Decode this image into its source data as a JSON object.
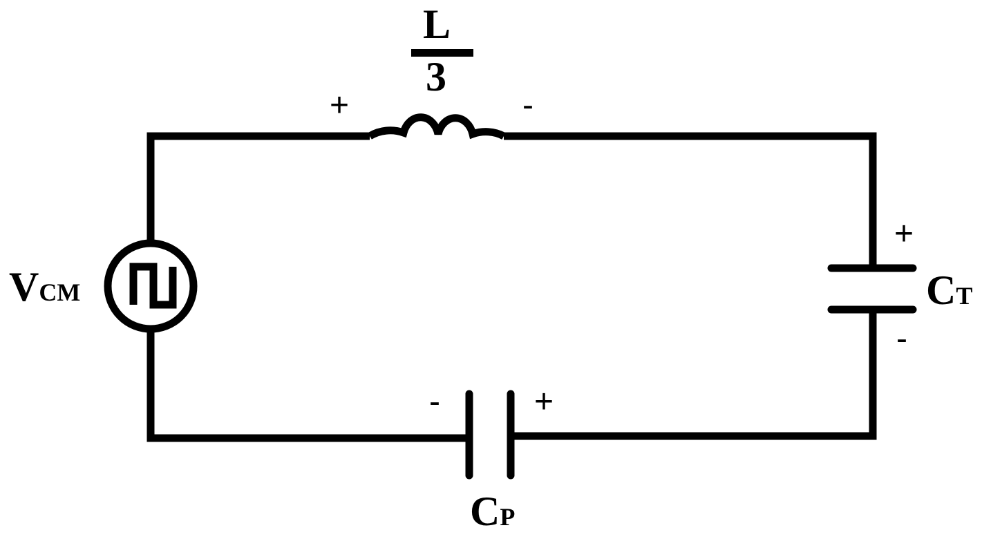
{
  "inductor": {
    "numerator": "L",
    "denominator": "3",
    "left_sign": "+",
    "right_sign": "-"
  },
  "source": {
    "label_main": "V",
    "label_sub": "CM",
    "icon": "square-wave-icon"
  },
  "capacitor_t": {
    "label_main": "C",
    "label_sub": "T",
    "top_sign": "+",
    "bottom_sign": "-"
  },
  "capacitor_p": {
    "label_main": "C",
    "label_sub": "P",
    "left_sign": "-",
    "right_sign": "+"
  },
  "colors": {
    "ink": "#000000",
    "background": "#ffffff"
  }
}
